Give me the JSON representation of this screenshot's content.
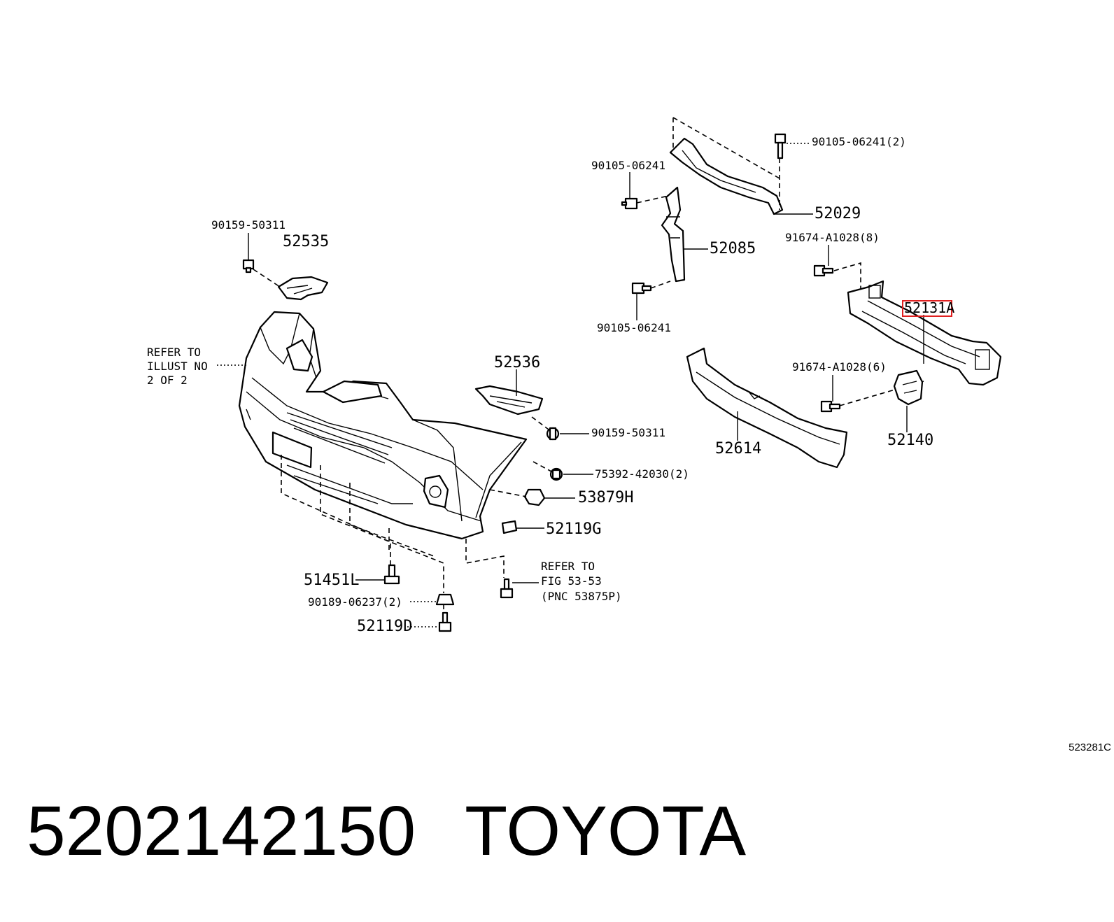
{
  "diagram": {
    "labels": {
      "p90159_top": "90159-50311",
      "p52535": "52535",
      "refer_illust": [
        "REFER TO",
        "ILLUST NO",
        "2 OF 2"
      ],
      "p52536": "52536",
      "p90159_mid": "90159-50311",
      "p75392": "75392-42030(2)",
      "p53879H": "53879H",
      "p52119G": "52119G",
      "refer_fig": [
        "REFER TO",
        "FIG 53-53",
        "(PNC 53875P)"
      ],
      "p51451L": "51451L",
      "p90189": "90189-06237(2)",
      "p52119D": "52119D",
      "p90105_left": "90105-06241",
      "p90105_top": "90105-06241(2)",
      "p52029": "52029",
      "p52085": "52085",
      "p91674_8": "91674-A1028(8)",
      "p90105_bottom": "90105-06241",
      "p52131A": "52131A",
      "p91674_6": "91674-A1028(6)",
      "p52614": "52614",
      "p52140": "52140"
    },
    "highlight_color": "#e02020",
    "figure_code": "523281C"
  },
  "caption": {
    "part_number": "5202142150",
    "brand": "TOYOTA"
  }
}
